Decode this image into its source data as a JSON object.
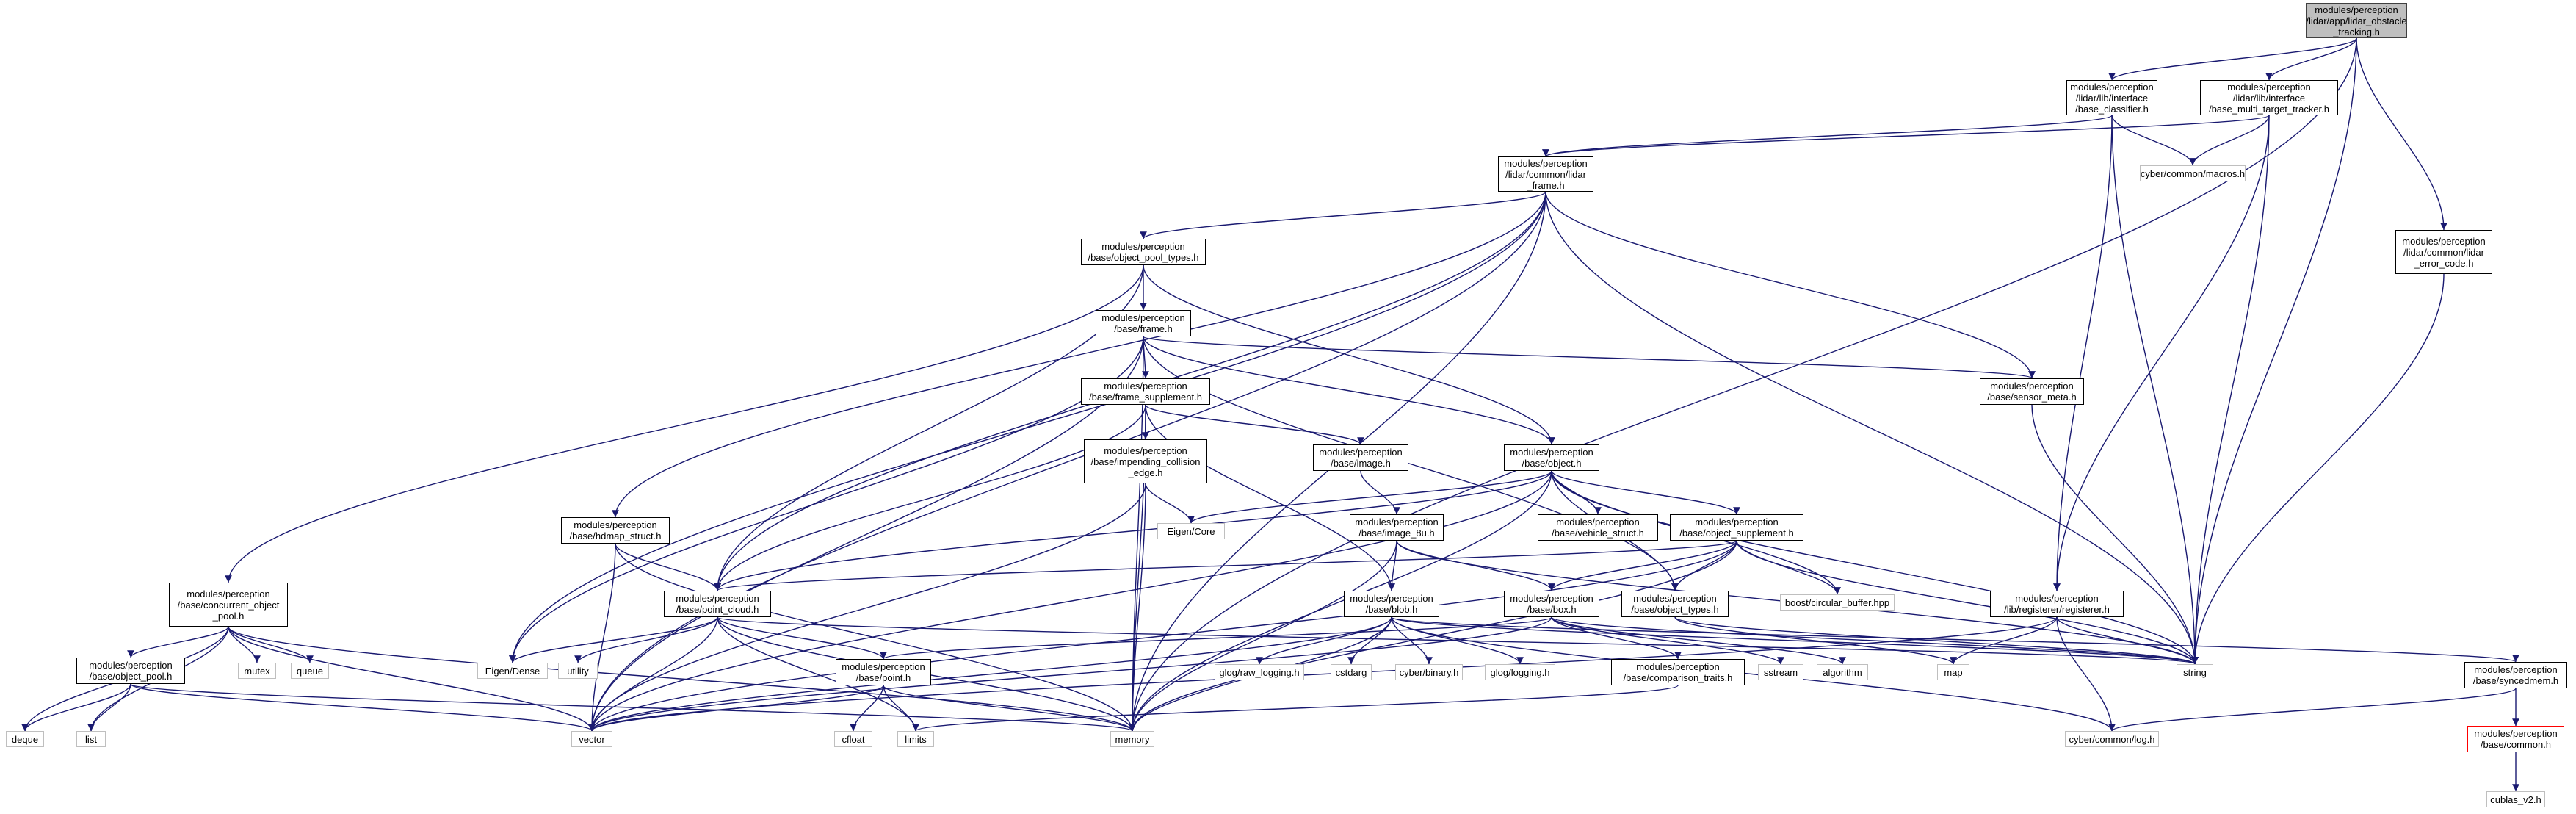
{
  "graph_title": "",
  "colors": {
    "edge": "#191970",
    "external_border": "#bfbfbf",
    "focus_fill": "#bfbfbf",
    "highlight_border": "#ff0000"
  },
  "nodes": {
    "lidar_obstacle_tracking": "modules/perception\n/lidar/app/lidar_obstacle\n_tracking.h",
    "base_classifier": "modules/perception\n/lidar/lib/interface\n/base_classifier.h",
    "base_multi_target_tracker": "modules/perception\n/lidar/lib/interface\n/base_multi_target_tracker.h",
    "cyber_macros": "cyber/common/macros.h",
    "lidar_frame": "modules/perception\n/lidar/common/lidar\n_frame.h",
    "lidar_error_code": "modules/perception\n/lidar/common/lidar\n_error_code.h",
    "object_pool_types": "modules/perception\n/base/object_pool_types.h",
    "frame": "modules/perception\n/base/frame.h",
    "sensor_meta": "modules/perception\n/base/sensor_meta.h",
    "frame_supplement": "modules/perception\n/base/frame_supplement.h",
    "impending_collision_edge": "modules/perception\n/base/impending_collision\n_edge.h",
    "image": "modules/perception\n/base/image.h",
    "object": "modules/perception\n/base/object.h",
    "eigen_core": "Eigen/Core",
    "image_8u": "modules/perception\n/base/image_8u.h",
    "vehicle_struct": "modules/perception\n/base/vehicle_struct.h",
    "object_supplement": "modules/perception\n/base/object_supplement.h",
    "hdmap_struct": "modules/perception\n/base/hdmap_struct.h",
    "concurrent_object_pool": "modules/perception\n/base/concurrent_object\n_pool.h",
    "point_cloud": "modules/perception\n/base/point_cloud.h",
    "blob": "modules/perception\n/base/blob.h",
    "box": "modules/perception\n/base/box.h",
    "object_types": "modules/perception\n/base/object_types.h",
    "circular_buffer": "boost/circular_buffer.hpp",
    "registerer": "modules/perception\n/lib/registerer/registerer.h",
    "mutex": "mutex",
    "queue": "queue",
    "object_pool": "modules/perception\n/base/object_pool.h",
    "eigen_dense": "Eigen/Dense",
    "utility": "utility",
    "point": "modules/perception\n/base/point.h",
    "glog_raw_logging": "glog/raw_logging.h",
    "cstdarg": "cstdarg",
    "cyber_binary": "cyber/binary.h",
    "glog_logging": "glog/logging.h",
    "comparison_traits": "modules/perception\n/base/comparison_traits.h",
    "sstream": "sstream",
    "algorithm": "algorithm",
    "map": "map",
    "string": "string",
    "syncedmem": "modules/perception\n/base/syncedmem.h",
    "deque": "deque",
    "list": "list",
    "vector": "vector",
    "cfloat": "cfloat",
    "limits": "limits",
    "memory": "memory",
    "cyber_log": "cyber/common/log.h",
    "common": "modules/perception\n/base/common.h",
    "cublas_v2": "cublas_v2.h"
  },
  "edges": [
    [
      "lidar_obstacle_tracking",
      "base_classifier"
    ],
    [
      "lidar_obstacle_tracking",
      "base_multi_target_tracker"
    ],
    [
      "lidar_obstacle_tracking",
      "lidar_error_code"
    ],
    [
      "lidar_obstacle_tracking",
      "string"
    ],
    [
      "lidar_obstacle_tracking",
      "memory"
    ],
    [
      "base_classifier",
      "cyber_macros"
    ],
    [
      "base_classifier",
      "lidar_frame"
    ],
    [
      "base_classifier",
      "registerer"
    ],
    [
      "base_classifier",
      "string"
    ],
    [
      "base_multi_target_tracker",
      "cyber_macros"
    ],
    [
      "base_multi_target_tracker",
      "lidar_frame"
    ],
    [
      "base_multi_target_tracker",
      "registerer"
    ],
    [
      "base_multi_target_tracker",
      "string"
    ],
    [
      "lidar_frame",
      "object_pool_types"
    ],
    [
      "lidar_frame",
      "sensor_meta"
    ],
    [
      "lidar_frame",
      "hdmap_struct"
    ],
    [
      "lidar_frame",
      "point_cloud"
    ],
    [
      "lidar_frame",
      "eigen_dense"
    ],
    [
      "lidar_frame",
      "vector"
    ],
    [
      "lidar_frame",
      "string"
    ],
    [
      "lidar_frame",
      "memory"
    ],
    [
      "lidar_error_code",
      "string"
    ],
    [
      "object_pool_types",
      "frame"
    ],
    [
      "object_pool_types",
      "object"
    ],
    [
      "object_pool_types",
      "concurrent_object_pool"
    ],
    [
      "object_pool_types",
      "point_cloud"
    ],
    [
      "frame",
      "frame_supplement"
    ],
    [
      "frame",
      "sensor_meta"
    ],
    [
      "frame",
      "object"
    ],
    [
      "frame",
      "object_types"
    ],
    [
      "frame",
      "eigen_dense"
    ],
    [
      "frame",
      "vector"
    ],
    [
      "frame",
      "memory"
    ],
    [
      "sensor_meta",
      "string"
    ],
    [
      "frame_supplement",
      "impending_collision_edge"
    ],
    [
      "frame_supplement",
      "image"
    ],
    [
      "frame_supplement",
      "point_cloud"
    ],
    [
      "frame_supplement",
      "blob"
    ],
    [
      "frame_supplement",
      "memory"
    ],
    [
      "impending_collision_edge",
      "eigen_core"
    ],
    [
      "impending_collision_edge",
      "vector"
    ],
    [
      "impending_collision_edge",
      "memory"
    ],
    [
      "image",
      "image_8u"
    ],
    [
      "image_8u",
      "blob"
    ],
    [
      "image_8u",
      "box"
    ],
    [
      "image_8u",
      "string"
    ],
    [
      "image_8u",
      "memory"
    ],
    [
      "object",
      "eigen_core"
    ],
    [
      "object",
      "vehicle_struct"
    ],
    [
      "object",
      "object_supplement"
    ],
    [
      "object",
      "object_types"
    ],
    [
      "object",
      "point_cloud"
    ],
    [
      "object",
      "circular_buffer"
    ],
    [
      "object",
      "string"
    ],
    [
      "object",
      "vector"
    ],
    [
      "object",
      "memory"
    ],
    [
      "object_supplement",
      "box"
    ],
    [
      "object_supplement",
      "object_types"
    ],
    [
      "object_supplement",
      "point_cloud"
    ],
    [
      "object_supplement",
      "circular_buffer"
    ],
    [
      "object_supplement",
      "string"
    ],
    [
      "object_supplement",
      "vector"
    ],
    [
      "object_supplement",
      "memory"
    ],
    [
      "hdmap_struct",
      "point_cloud"
    ],
    [
      "hdmap_struct",
      "vector"
    ],
    [
      "hdmap_struct",
      "memory"
    ],
    [
      "concurrent_object_pool",
      "object_pool"
    ],
    [
      "concurrent_object_pool",
      "mutex"
    ],
    [
      "concurrent_object_pool",
      "queue"
    ],
    [
      "concurrent_object_pool",
      "deque"
    ],
    [
      "concurrent_object_pool",
      "list"
    ],
    [
      "concurrent_object_pool",
      "vector"
    ],
    [
      "concurrent_object_pool",
      "memory"
    ],
    [
      "point_cloud",
      "point"
    ],
    [
      "point_cloud",
      "eigen_dense"
    ],
    [
      "point_cloud",
      "utility"
    ],
    [
      "point_cloud",
      "vector"
    ],
    [
      "point_cloud",
      "limits"
    ],
    [
      "point_cloud",
      "memory"
    ],
    [
      "point_cloud",
      "string"
    ],
    [
      "blob",
      "syncedmem"
    ],
    [
      "blob",
      "glog_raw_logging"
    ],
    [
      "blob",
      "cstdarg"
    ],
    [
      "blob",
      "cyber_binary"
    ],
    [
      "blob",
      "glog_logging"
    ],
    [
      "blob",
      "cyber_log"
    ],
    [
      "blob",
      "vector"
    ],
    [
      "blob",
      "string"
    ],
    [
      "blob",
      "memory"
    ],
    [
      "box",
      "comparison_traits"
    ],
    [
      "box",
      "point"
    ],
    [
      "box",
      "sstream"
    ],
    [
      "box",
      "algorithm"
    ],
    [
      "box",
      "string"
    ],
    [
      "box",
      "vector"
    ],
    [
      "object_types",
      "map"
    ],
    [
      "object_types",
      "string"
    ],
    [
      "registerer",
      "map"
    ],
    [
      "registerer",
      "string"
    ],
    [
      "registerer",
      "vector"
    ],
    [
      "registerer",
      "cyber_log"
    ],
    [
      "object_pool",
      "deque"
    ],
    [
      "object_pool",
      "list"
    ],
    [
      "object_pool",
      "vector"
    ],
    [
      "object_pool",
      "memory"
    ],
    [
      "point",
      "cfloat"
    ],
    [
      "point",
      "limits"
    ],
    [
      "point",
      "vector"
    ],
    [
      "point",
      "memory"
    ],
    [
      "comparison_traits",
      "limits"
    ],
    [
      "syncedmem",
      "cyber_log"
    ],
    [
      "syncedmem",
      "common"
    ],
    [
      "common",
      "cublas_v2"
    ]
  ]
}
